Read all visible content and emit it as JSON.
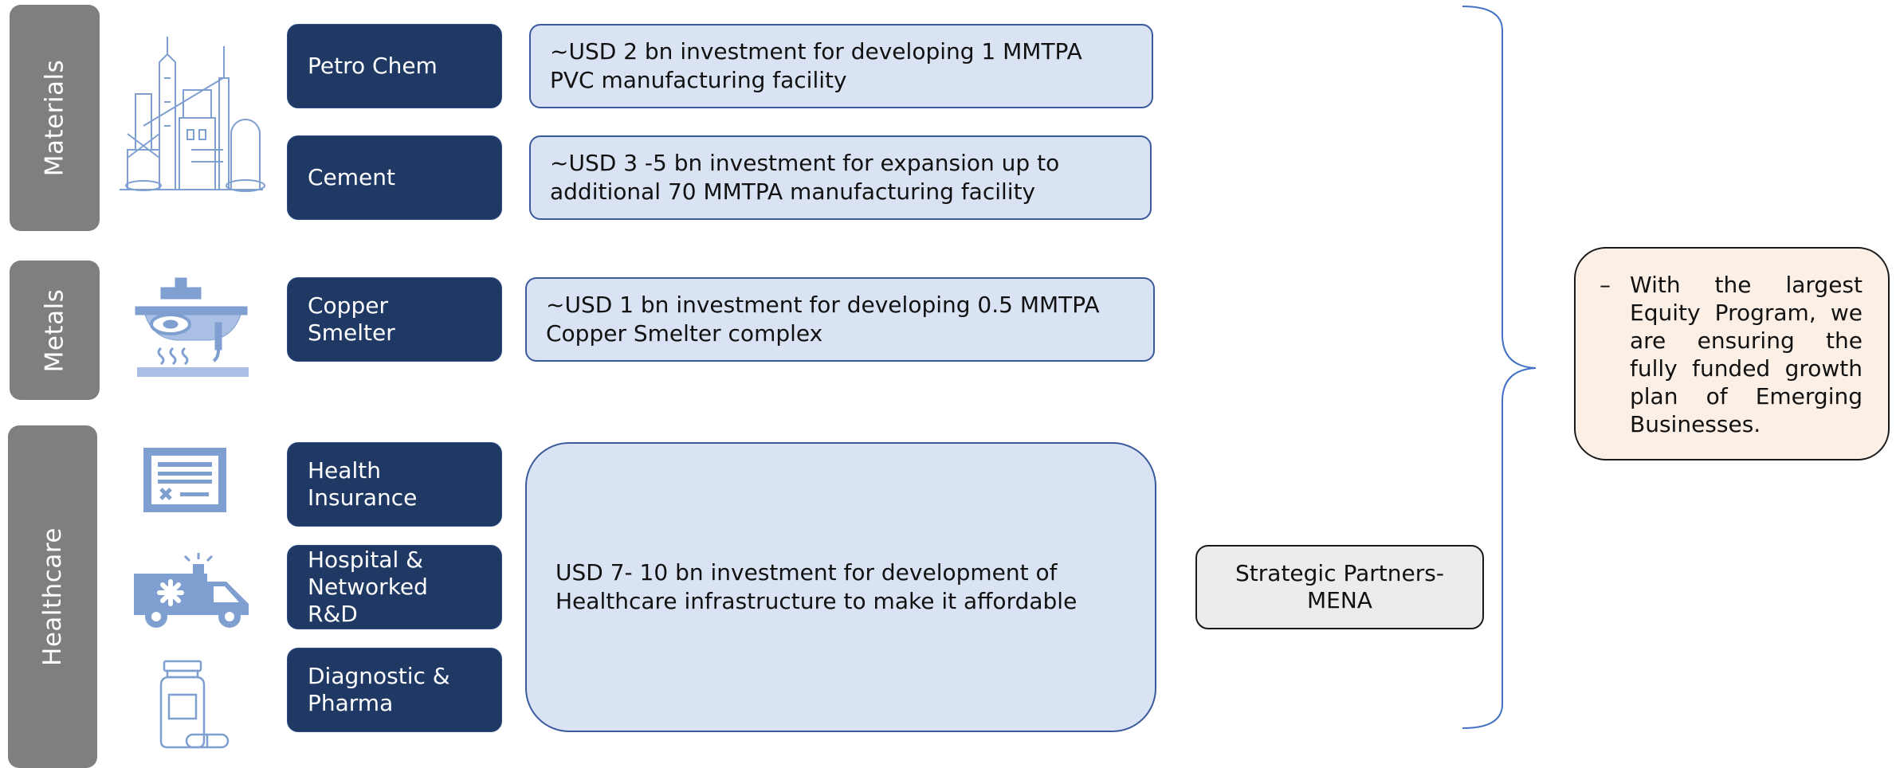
{
  "categories": {
    "materials": "Materials",
    "metals": "Metals",
    "healthcare": "Healthcare"
  },
  "sectors": {
    "petro_chem": "Petro Chem",
    "cement": "Cement",
    "copper_smelter": "Copper Smelter",
    "health_insurance": "Health Insurance",
    "hospital": "Hospital & Networked R&D",
    "diagnostic": "Diagnostic & Pharma"
  },
  "descriptions": {
    "petro_chem": "~USD 2 bn investment for developing 1 MMTPA PVC manufacturing facility",
    "cement": "~USD 3 -5 bn investment for expansion up to additional 70 MMTPA manufacturing facility",
    "copper_smelter": "~USD 1 bn investment for developing 0.5 MMTPA Copper Smelter complex",
    "healthcare": "USD 7- 10 bn investment for development of Healthcare infrastructure to make it affordable"
  },
  "partners_label": "Strategic Partners- MENA",
  "callout": {
    "bullet": "–",
    "text": "With the largest Equity Program, we are ensuring the fully funded growth plan of Emerging Businesses."
  },
  "colors": {
    "category_bg": "#7f7f7f",
    "sector_bg": "#1f3864",
    "desc_bg": "#dae3f3",
    "desc_border": "#3a5a9c",
    "partners_bg": "#ececec",
    "callout_bg": "#fcf0e6",
    "bracket": "#4472c4",
    "icon": "#7f9fd1"
  },
  "icons": {
    "materials": "refinery-icon",
    "metals": "smelter-icon",
    "health_insurance": "insurance-card-icon",
    "hospital": "ambulance-icon",
    "diagnostic": "medicine-bottle-icon"
  }
}
